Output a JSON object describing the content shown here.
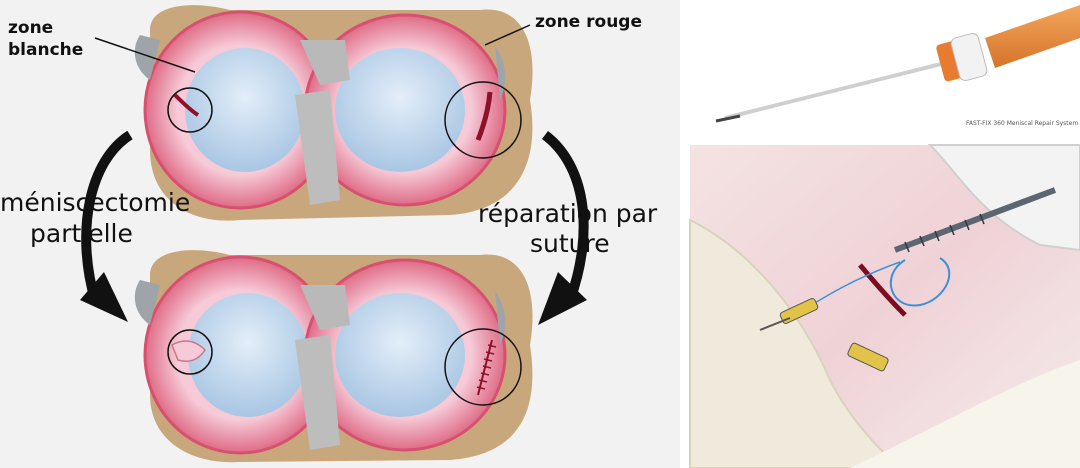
{
  "labels": {
    "white_zone_line1": "zone",
    "white_zone_line2": "blanche",
    "red_zone": "zone rouge",
    "left_arrow_line1": "méniscectomie",
    "left_arrow_line2": "partielle",
    "right_arrow_line1": "réparation par",
    "right_arrow_line2": "suture"
  },
  "device_caption": "FAST-FIX 360 Meniscal Repair System",
  "colors": {
    "background": "#ffffff",
    "panel_bg": "#f2f2f2",
    "meniscus_pink": "#f1b6c8",
    "meniscus_red_rim": "#d8506f",
    "cartilage_blue": "#bcd3ea",
    "bone_tan": "#c9a77c",
    "ligament_grey": "#b9b9b9",
    "tear_dark_red": "#8e1029",
    "arrow_black": "#111111",
    "device_orange": "#e88a3a"
  }
}
